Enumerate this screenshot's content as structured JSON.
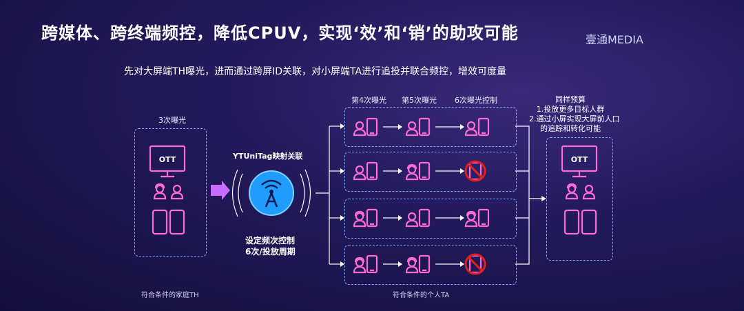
{
  "header": {
    "title": "跨媒体、跨终端频控，降低CPUV，实现‘效’和‘销’的助攻可能",
    "logo": "壹通MEDIA",
    "subtitle": "先对大屏端TH曝光，进而通过跨屏ID关联，对小屏端TA进行追投并联合频控，增效可度量"
  },
  "left": {
    "exposure_label": "3次曝光",
    "ott_label": "OTT",
    "bottom_caption": "符合条件的家庭TH"
  },
  "middle": {
    "tag_label": "YTUniTag映射关联",
    "control_line1": "设定频次控制",
    "control_line2": "6次/投放周期"
  },
  "rows": {
    "header_labels": [
      "第4次曝光",
      "第5次曝光",
      "6次曝光控制"
    ],
    "bottom_caption": "符合条件的个人TA"
  },
  "right": {
    "note_title": "同样预算",
    "note_line1": "1.投放更多目标人群",
    "note_line2": "2.通过小屏实现大屏前人口",
    "note_line3": "的追踪和转化可能",
    "ott_label": "OTT"
  },
  "colors": {
    "accent_pink": "#ff6bd6",
    "dashed_blue": "#7aa8ff",
    "signal_blue": "#2fa8ff",
    "forbidden_red": "#e0201c"
  }
}
